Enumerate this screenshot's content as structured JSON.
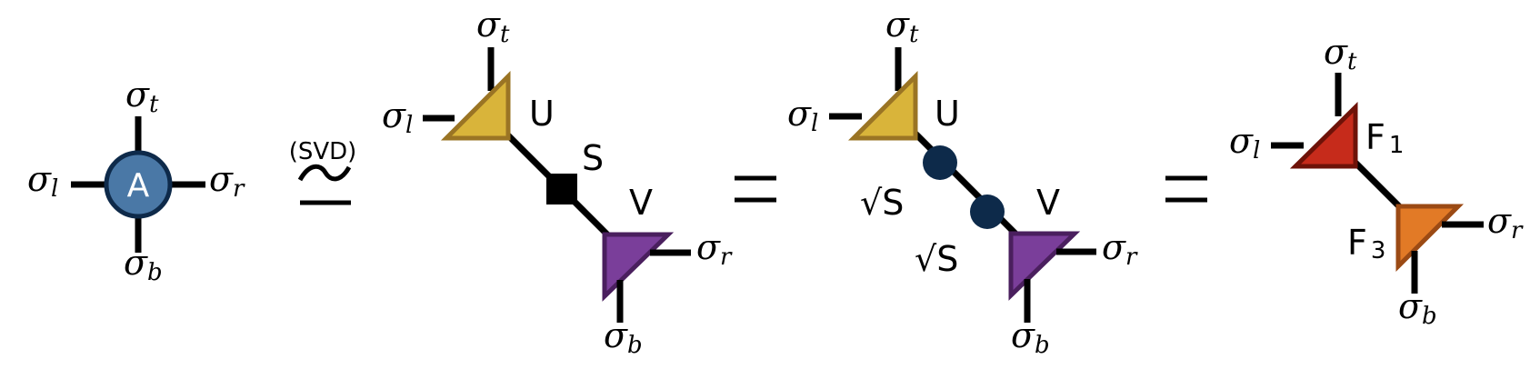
{
  "labels": {
    "sigma": "σ",
    "sub_t": "t",
    "sub_l": "l",
    "sub_r": "r",
    "sub_b": "b",
    "tensor_a": "A",
    "svd_op": "(SVD)",
    "tensor_u": "U",
    "tensor_s": "S",
    "tensor_v": "V",
    "sqrt_s": "√S",
    "tensor_f": "F",
    "f1_index": "1",
    "f3_index": "3"
  },
  "colors": {
    "tensor_a_fill": "#4a78a6",
    "tensor_a_stroke": "#0e2a4a",
    "u_fill": "#d9b43a",
    "u_stroke": "#9a7424",
    "v_fill": "#7a3e9a",
    "v_stroke": "#4a1f5e",
    "s_node": "#000000",
    "sqrt_node": "#0d2a4a",
    "f1_fill": "#c62b1b",
    "f1_stroke": "#6e1208",
    "f3_fill": "#e27a26",
    "f3_stroke": "#9b4a14"
  }
}
